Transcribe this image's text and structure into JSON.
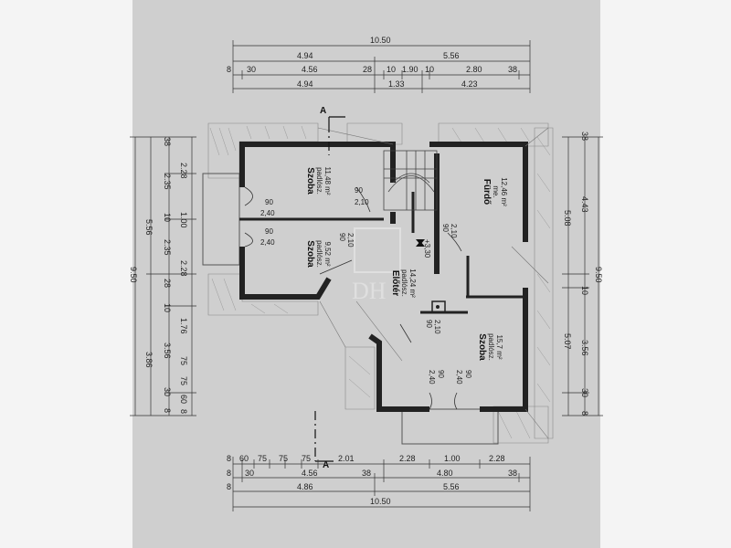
{
  "top_dims": {
    "row1": [
      "10.50"
    ],
    "row2": [
      "4.94",
      "5.56"
    ],
    "row3": [
      "8",
      "30",
      "4.56",
      "28",
      "10",
      "1.90",
      "10",
      "2.80",
      "38"
    ],
    "row4": [
      "4.94",
      "1.33",
      "4.23"
    ]
  },
  "bottom_dims": {
    "row1": [
      "8",
      "60",
      "75",
      "75",
      "75",
      "2.01",
      "2.28",
      "1.00",
      "2.28"
    ],
    "row2": [
      "8",
      "30",
      "4.56",
      "38",
      "4.80",
      "38"
    ],
    "row3": [
      "8",
      "4.86",
      "5.56"
    ],
    "row4": [
      "10.50"
    ]
  },
  "left_dims": {
    "inner": [
      "38",
      "2.28",
      "2.35",
      "10",
      "2.35",
      "2.28",
      "28",
      "10",
      "1.76",
      "3.56",
      "75",
      "75",
      "60",
      "8"
    ],
    "middle": [
      "5.56",
      "3.86",
      "30",
      "8"
    ],
    "outer": [
      "9.50"
    ],
    "col_small": [
      "1.00"
    ]
  },
  "right_dims": {
    "inner": [
      "38",
      "4.43",
      "10",
      "3.56",
      "30",
      "8"
    ],
    "middle": [
      "5.08",
      "5.07"
    ],
    "outer": [
      "9.50"
    ]
  },
  "section_markers": [
    "A",
    "A"
  ],
  "rooms": {
    "szoba_top": {
      "name": "Szoba",
      "floor": "padlósz.",
      "area": "11,48 m²"
    },
    "szoba_mid": {
      "name": "Szoba",
      "floor": "padlósz.",
      "area": "9,52 m²"
    },
    "furdo": {
      "name": "Fürdő",
      "floor": "me.",
      "area": "12,46 m²"
    },
    "eloter": {
      "name": "Előtér",
      "floor": "padlósz.",
      "area": "14,24 m²"
    },
    "szoba_right": {
      "name": "Szoba",
      "floor": "padlósz.",
      "area": "15,7 m²"
    }
  },
  "door_labels": {
    "d1": [
      "90",
      "2,40"
    ],
    "d2": [
      "90",
      "2,40"
    ],
    "d3": [
      "90",
      "2,10"
    ],
    "d4": [
      "90",
      "2,10"
    ],
    "d5": [
      "90",
      "2,10"
    ],
    "d6": [
      "90",
      "2,10"
    ],
    "d7": [
      "90",
      "2,40"
    ],
    "d8": [
      "90",
      "2,40"
    ]
  },
  "level_mark": "+3,30",
  "watermark": "DH"
}
